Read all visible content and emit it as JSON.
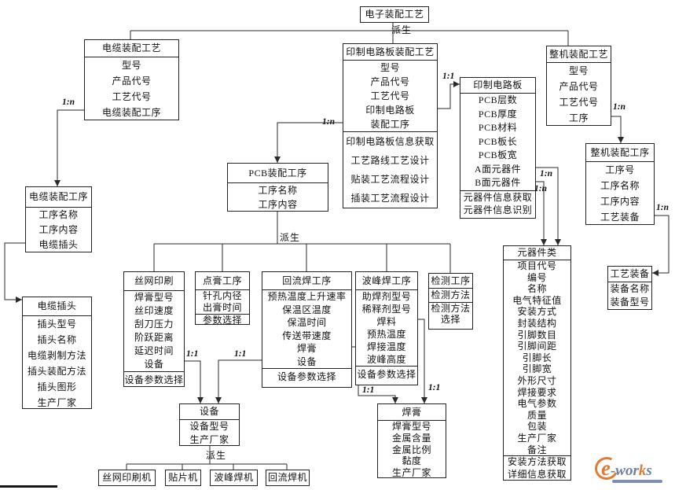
{
  "entities": {
    "root": {
      "title": "电子装配工艺"
    },
    "cable_process": {
      "title": "电缆装配工艺",
      "attributes": [
        "型号",
        "产品代号",
        "工艺代号",
        "电缆装配工序"
      ]
    },
    "pcb_process": {
      "title": "印制电路板装配工艺",
      "attributes": [
        "型号",
        "产品代号",
        "工艺代号",
        "印制电路板",
        "装配工序"
      ],
      "methods": [
        "印制电路板信息获取",
        "工艺路线工艺设计",
        "贴装工艺流程设计",
        "插装工艺流程设计"
      ]
    },
    "machine_process": {
      "title": "整机装配工艺",
      "attributes": [
        "型号",
        "产品代号",
        "工艺代号",
        "工序"
      ]
    },
    "pcb": {
      "title": "印制电路板",
      "attributes": [
        "PCB层数",
        "PCB厚度",
        "PCB材料",
        "PCB板长",
        "PCB板宽",
        "A面元器件",
        "B面元器件"
      ],
      "methods": [
        "元器件信息获取",
        "元器件信息识别"
      ]
    },
    "cable_step": {
      "title": "电缆装配工序",
      "attributes": [
        "工序名称",
        "工序内容",
        "电缆插头"
      ]
    },
    "cable_plug": {
      "title": "电缆插头",
      "attributes": [
        "插头型号",
        "插头名称",
        "电缆剥制方法",
        "插头装配方法",
        "插头图形",
        "生产厂家"
      ]
    },
    "pcb_step": {
      "title": "PCB装配工序",
      "attributes": [
        "工序名称",
        "工序内容"
      ]
    },
    "machine_step": {
      "title": "整机装配工序",
      "attributes": [
        "工序号",
        "工序名称",
        "工序内容",
        "工艺装备"
      ]
    },
    "tool": {
      "title": "工艺装备",
      "attributes": [
        "装备名称",
        "装备型号"
      ]
    },
    "component_class": {
      "title": "元器件类",
      "attributes": [
        "项目代号",
        "编号",
        "名称",
        "电气特征值",
        "安装方式",
        "封装结构",
        "引脚数目",
        "引脚间距",
        "引脚长",
        "引脚宽",
        "外形尺寸",
        "焊接要求",
        "电气参数",
        "质量",
        "包装",
        "生产厂家",
        "备注"
      ],
      "methods": [
        "安装方法获取",
        "详细信息获取"
      ]
    },
    "screen_print": {
      "title": "丝网印刷",
      "attributes": [
        "焊膏型号",
        "丝印速度",
        "刮刀压力",
        "阶跃距离",
        "延迟时间",
        "设备"
      ],
      "methods": [
        "设备参数选择"
      ]
    },
    "dispense": {
      "title": "点膏工序",
      "attributes": [
        "针孔内径",
        "出膏时间"
      ],
      "methods": [
        "参数选择"
      ]
    },
    "reflow": {
      "title": "回流焊工序",
      "attributes": [
        "预热温度上升速率",
        "保温区温度",
        "保温时间",
        "传送带速度",
        "焊膏",
        "设备"
      ],
      "methods": [
        "设备参数选择"
      ]
    },
    "wave": {
      "title": "波峰焊工序",
      "attributes": [
        "助焊剂型号",
        "稀释剂型号",
        "焊料",
        "预热温度",
        "焊接温度",
        "波峰高度"
      ],
      "methods": [
        "设备参数选择"
      ]
    },
    "detect": {
      "title": "检测工序",
      "attributes": [
        "检测方法"
      ],
      "methods": [
        "检测方法选择"
      ]
    },
    "solder_paste": {
      "title": "焊膏",
      "attributes": [
        "焊膏型号",
        "金属含量",
        "金属比例",
        "黏度",
        "生产厂家"
      ]
    },
    "equipment": {
      "title": "设备",
      "attributes": [
        "设备型号",
        "生产厂家"
      ]
    },
    "printer_machine": {
      "title": "丝网印刷机"
    },
    "placer_machine": {
      "title": "贴片机"
    },
    "wave_machine": {
      "title": "波峰焊机"
    },
    "reflow_machine": {
      "title": "回流焊机"
    }
  },
  "edge_labels": {
    "root_derive": "派生",
    "cable_1n": "1:n",
    "pcbstep_1n": "1:n",
    "pcb_11": "1:1",
    "aside_1n": "1:n",
    "bside_1n": "1:n",
    "machine_1n": "1:n",
    "tool_1n": "1:n",
    "pcbstep_derive": "派生",
    "screen_11": "1:1",
    "reflow_equip_11": "1:1",
    "reflow_paste_11": "1:1",
    "wave_paste_11": "1:1",
    "equip_derive": "派生"
  },
  "logo": {
    "e": "e",
    "wor": "-wor",
    "k": "k",
    "s": "s"
  },
  "colors": {
    "line": "#2a2a2a",
    "logo_orange": "#e07b35",
    "logo_slate": "#6f7f9f"
  }
}
